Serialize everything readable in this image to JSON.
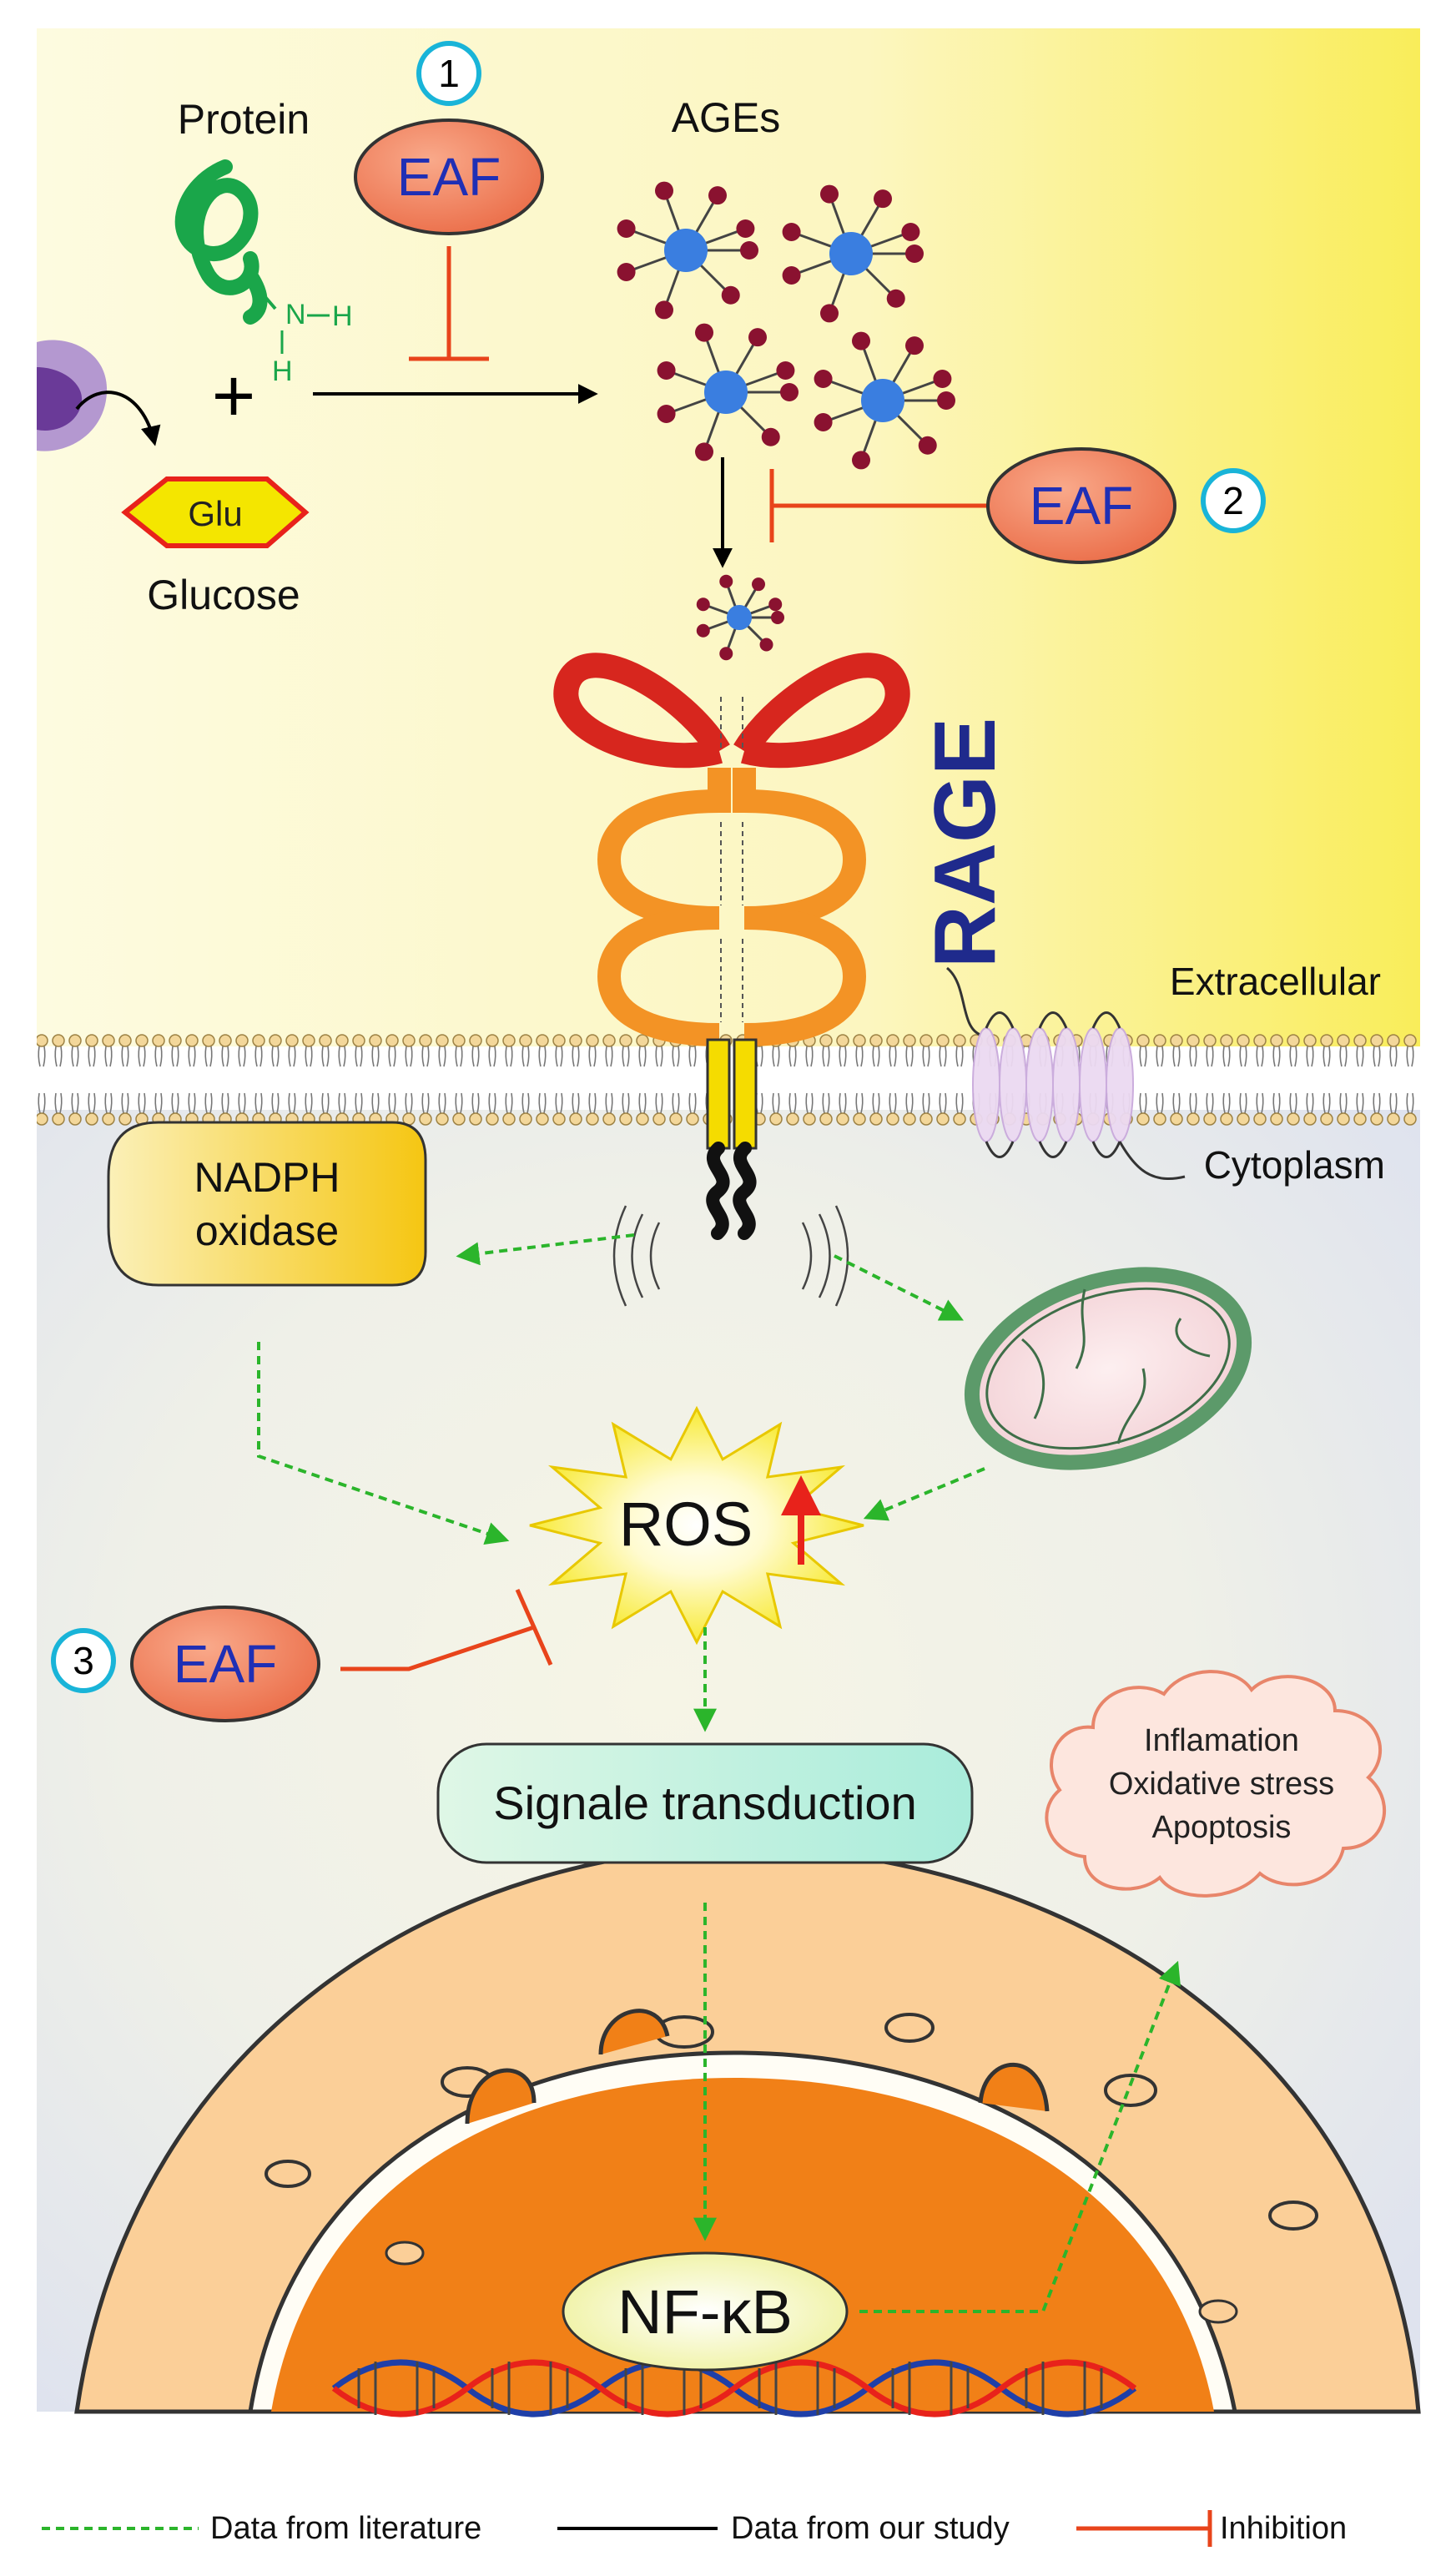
{
  "labels": {
    "protein": "Protein",
    "ages": "AGEs",
    "glucose": "Glucose",
    "glu": "Glu",
    "plus": "+",
    "nh": "N",
    "h1": "H",
    "h2": "H",
    "rage": "RAGE",
    "extracellular": "Extracellular",
    "cytoplasm": "Cytoplasm",
    "nadph_line1": "NADPH",
    "nadph_line2": "oxidase",
    "ros": "ROS",
    "signal": "Signale transduction",
    "nfkb": "NF-κB",
    "outcomes": [
      "Inflamation",
      "Oxidative stress",
      "Apoptosis"
    ]
  },
  "inhibitors": [
    {
      "number": "1",
      "label": "EAF"
    },
    {
      "number": "2",
      "label": "EAF"
    },
    {
      "number": "3",
      "label": "EAF"
    }
  ],
  "legend": {
    "literature": "Data from literature",
    "study": "Data from our study",
    "inhibition": "Inhibition"
  },
  "colors": {
    "literature_arrow": "#2bb52b",
    "study_arrow": "#000000",
    "inhibition": "#e8441b",
    "eaf_fill": "#f07d58",
    "eaf_text": "#1f2fb5",
    "rage_text": "#1f2a8c",
    "number_ring": "#19b4d8"
  }
}
